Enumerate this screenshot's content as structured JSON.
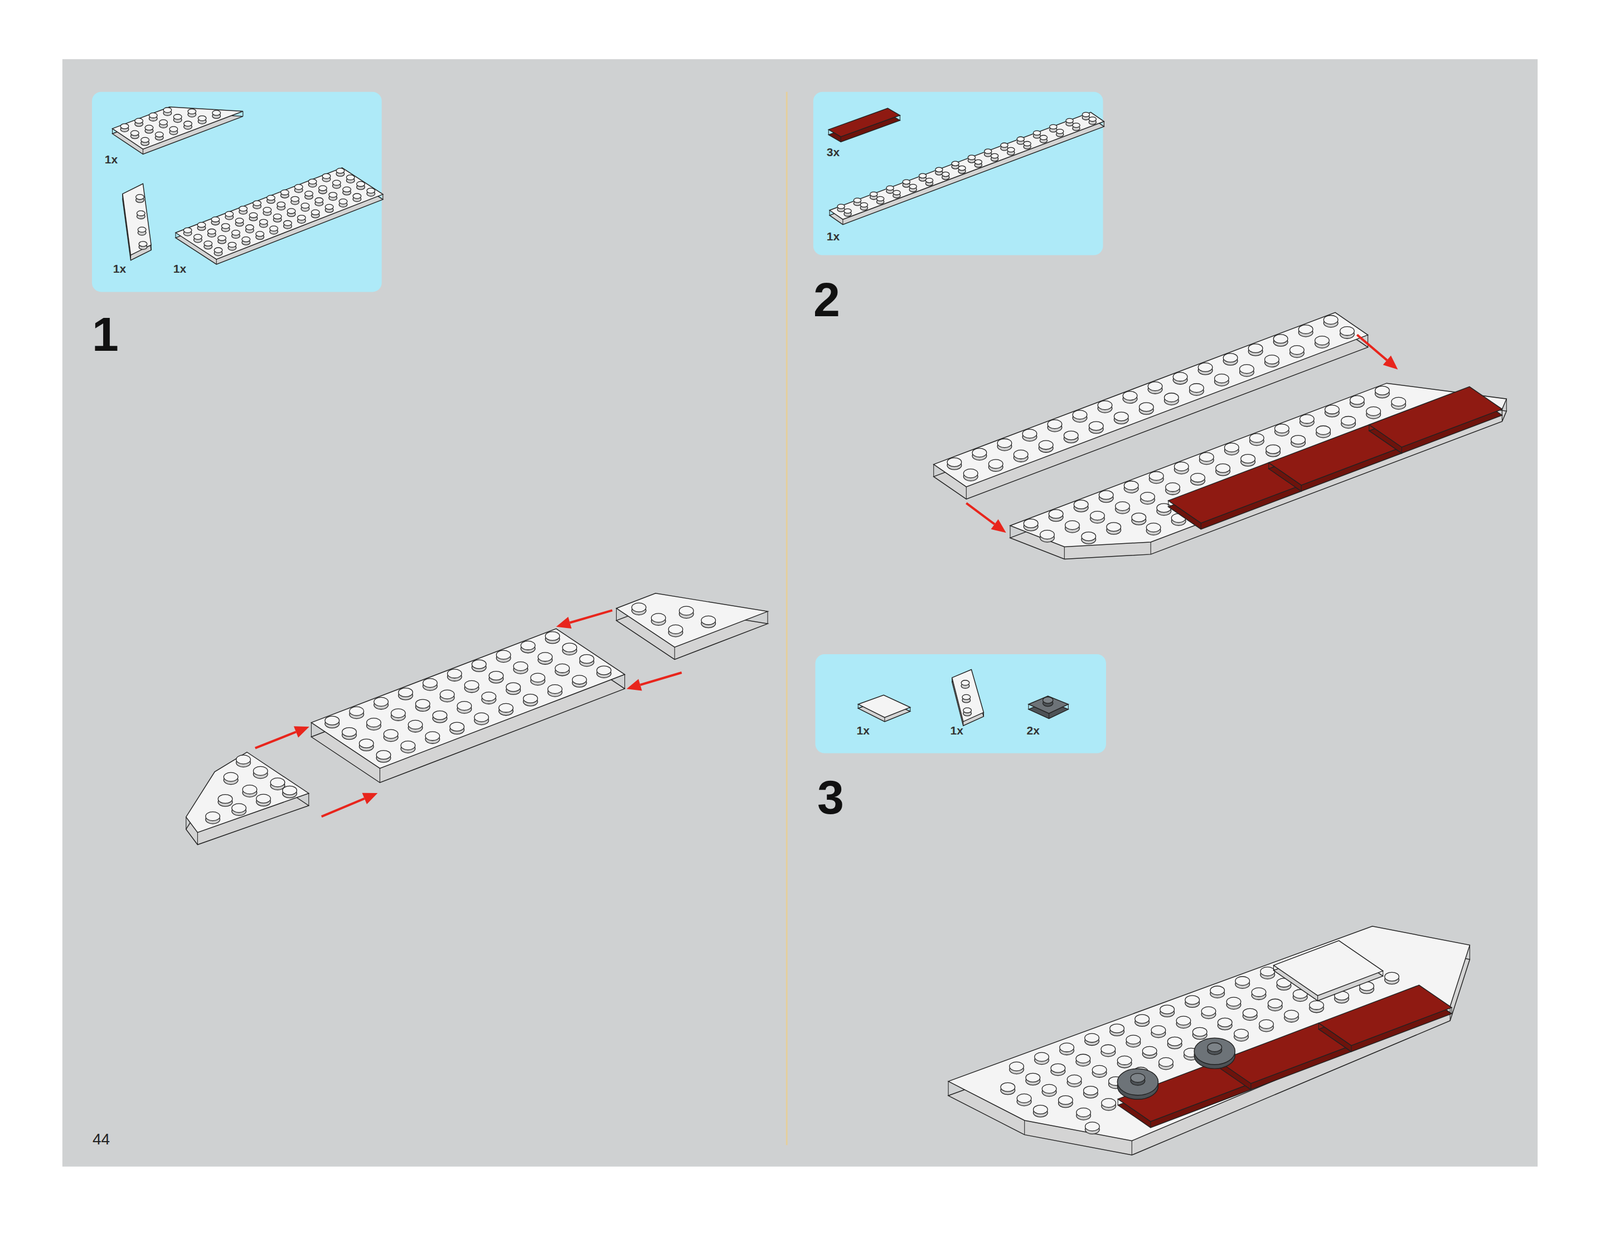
{
  "diagram": {
    "nodes": [
      {
        "text": [
          "1x",
          "1x",
          "1x"
        ]
      },
      {
        "text": [
          "3x",
          "1x"
        ]
      },
      {
        "text": [
          "1x",
          "1x",
          "2x"
        ]
      }
    ],
    "labels": [
      "1",
      "2",
      "3",
      "44"
    ]
  }
}
